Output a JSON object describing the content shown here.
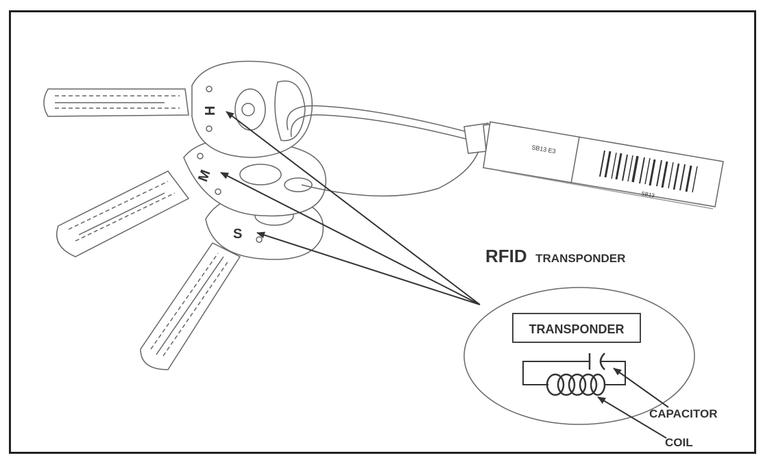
{
  "diagram": {
    "title_main": "RFID",
    "title_sub": "TRANSPONDER",
    "box_label": "TRANSPONDER",
    "capacitor_label": "CAPACITOR",
    "coil_label": "COIL",
    "key_letters": [
      "H",
      "M",
      "S"
    ],
    "tag_code": "SB13 E3",
    "tag_small": "SB13"
  }
}
